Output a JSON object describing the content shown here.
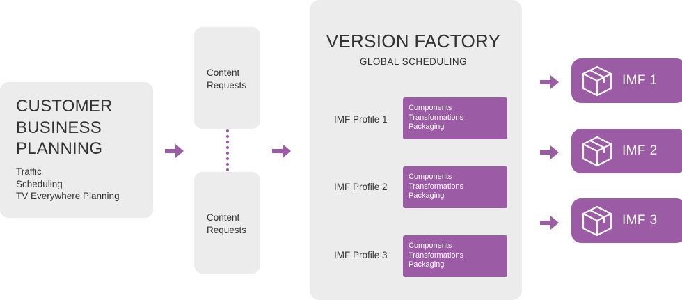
{
  "customer": {
    "title_lines": [
      "CUSTOMER",
      "BUSINESS",
      "PLANNING"
    ],
    "items": [
      "Traffic",
      "Scheduling",
      "TV Everywhere Planning"
    ]
  },
  "requests": [
    {
      "lines": [
        "Content",
        "Requests"
      ]
    },
    {
      "lines": [
        "Content",
        "Requests"
      ]
    }
  ],
  "factory": {
    "title": "VERSION FACTORY",
    "subtitle": "GLOBAL SCHEDULING",
    "profiles": [
      {
        "label": "IMF Profile 1",
        "steps": [
          "Components",
          "Transformations",
          "Packaging"
        ]
      },
      {
        "label": "IMF Profile 2",
        "steps": [
          "Components",
          "Transformations",
          "Packaging"
        ]
      },
      {
        "label": "IMF Profile 3",
        "steps": [
          "Components",
          "Transformations",
          "Packaging"
        ]
      }
    ]
  },
  "outputs": [
    {
      "label": "IMF 1",
      "icon": "package-box-icon"
    },
    {
      "label": "IMF 2",
      "icon": "package-box-icon"
    },
    {
      "label": "IMF 3",
      "icon": "package-box-icon"
    }
  ],
  "colors": {
    "accent": "#9b5ba5",
    "box_bg": "#ececec",
    "text": "#333333"
  }
}
